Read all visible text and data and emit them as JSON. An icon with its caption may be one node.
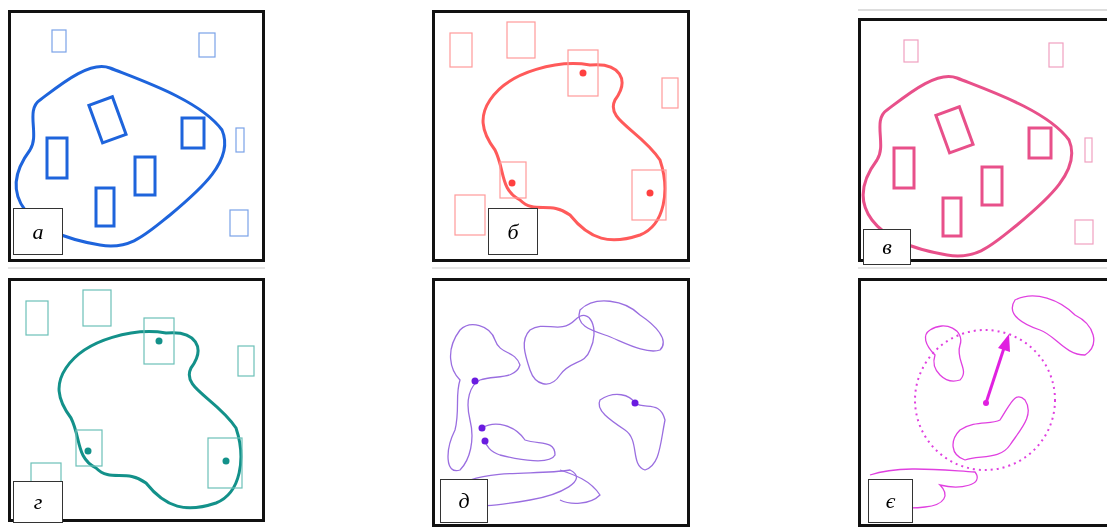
{
  "diagram": {
    "nodes": [
      {
        "text": [
          "а"
        ]
      },
      {
        "text": [
          "б"
        ]
      },
      {
        "text": [
          "в"
        ]
      },
      {
        "text": [
          "г"
        ]
      },
      {
        "text": [
          "д"
        ]
      },
      {
        "text": [
          "є"
        ]
      }
    ],
    "edges": []
  }
}
